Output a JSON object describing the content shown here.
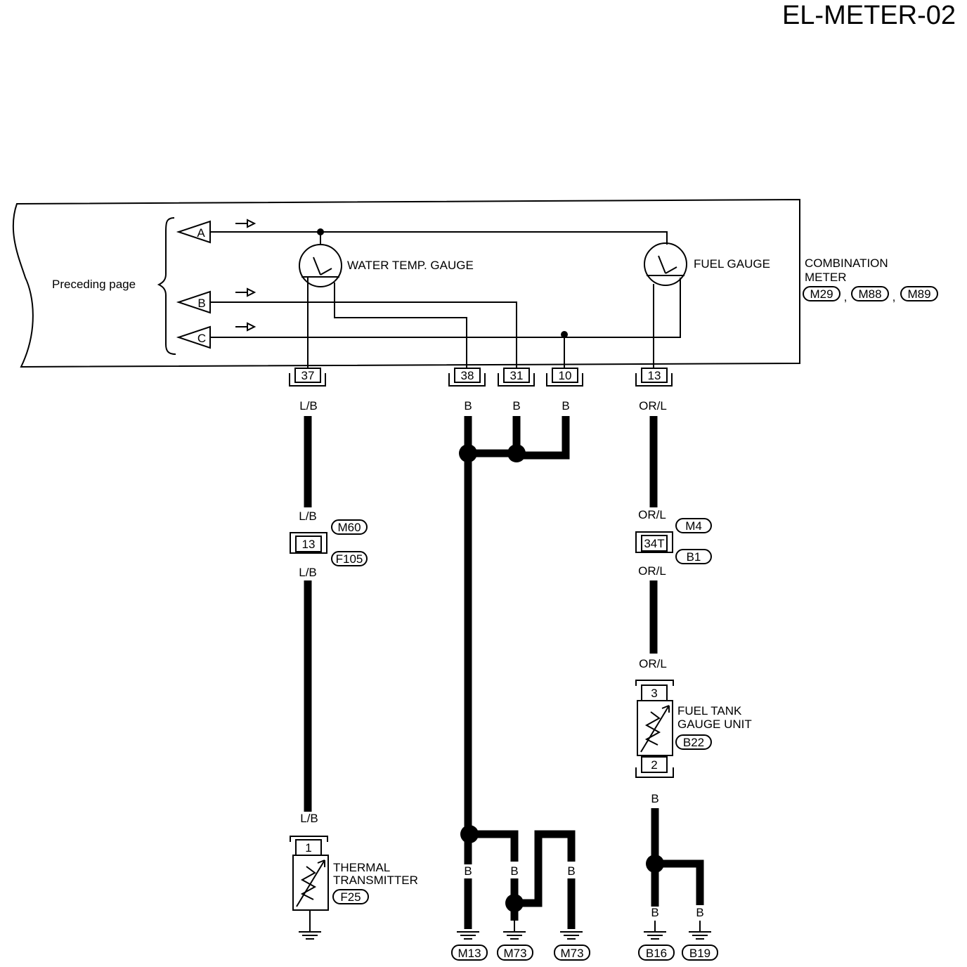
{
  "page_code": "EL-METER-02",
  "combination_meter": {
    "label_line1": "COMBINATION",
    "label_line2": "METER",
    "connectors": [
      "M29",
      "M88",
      "M89"
    ]
  },
  "preceding_page": "Preceding page",
  "jump_markers": [
    "A",
    "B",
    "C"
  ],
  "gauges": {
    "water_temp": "WATER TEMP. GAUGE",
    "fuel": "FUEL GAUGE"
  },
  "meter_terminals": [
    "37",
    "38",
    "31",
    "10",
    "13"
  ],
  "wire_colors": {
    "lb": "L/B",
    "b": "B",
    "orl": "OR/L"
  },
  "joint_connectors": {
    "m60": "M60",
    "f105": "F105",
    "pin13": "13",
    "m4": "M4",
    "b1": "B1",
    "pin34t": "34T"
  },
  "thermal_transmitter": {
    "line1": "THERMAL",
    "line2": "TRANSMITTER",
    "connector": "F25",
    "pin": "1"
  },
  "fuel_tank_unit": {
    "line1": "FUEL TANK",
    "line2": "GAUGE UNIT",
    "connector": "B22",
    "pin_top": "3",
    "pin_bottom": "2"
  },
  "grounds": [
    "M13",
    "M73",
    "M73",
    "B16",
    "B19"
  ],
  "colors": {
    "line": "#000000",
    "background": "#ffffff"
  }
}
